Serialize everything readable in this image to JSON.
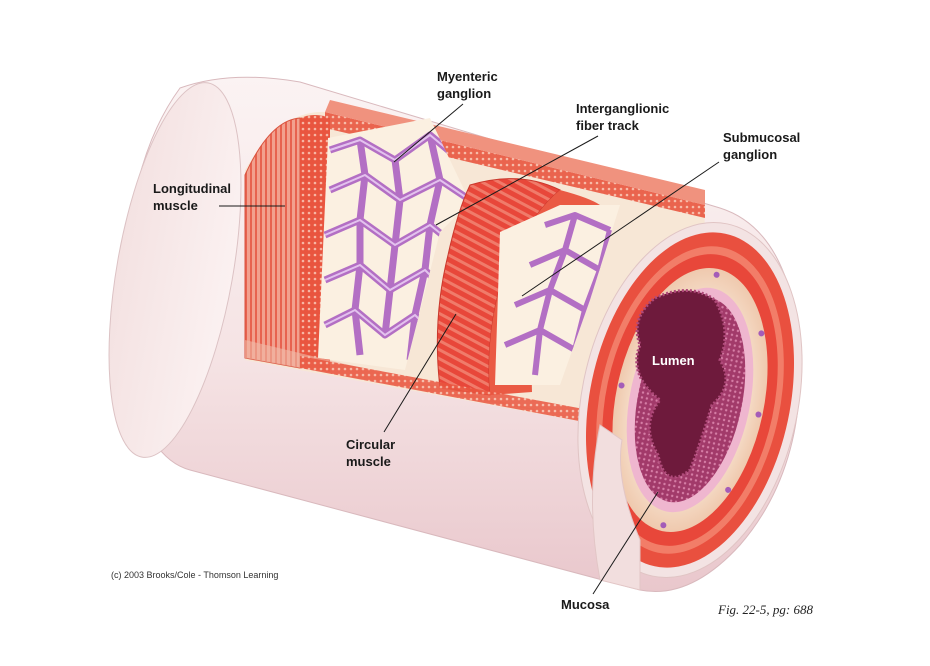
{
  "labels": {
    "myenteric": [
      "Myenteric",
      "ganglion"
    ],
    "interganglionic": [
      "Interganglionic",
      "fiber track"
    ],
    "submucosal": [
      "Submucosal",
      "ganglion"
    ],
    "longitudinal": [
      "Longitudinal",
      "muscle"
    ],
    "circular": [
      "Circular",
      "muscle"
    ],
    "lumen": "Lumen",
    "mucosa": "Mucosa"
  },
  "credit": "(c) 2003 Brooks/Cole - Thomson Learning",
  "figure_ref": "Fig. 22-5, pg: 688",
  "colors": {
    "serosa": "#f6eaea",
    "muscle": "#e8473a",
    "muscle_light": "#f3a496",
    "plexus": "#b36fc4",
    "submucosa": "#f6dcc7",
    "mucosa": "#efb6cf",
    "lumen": "#6e1a3c"
  }
}
